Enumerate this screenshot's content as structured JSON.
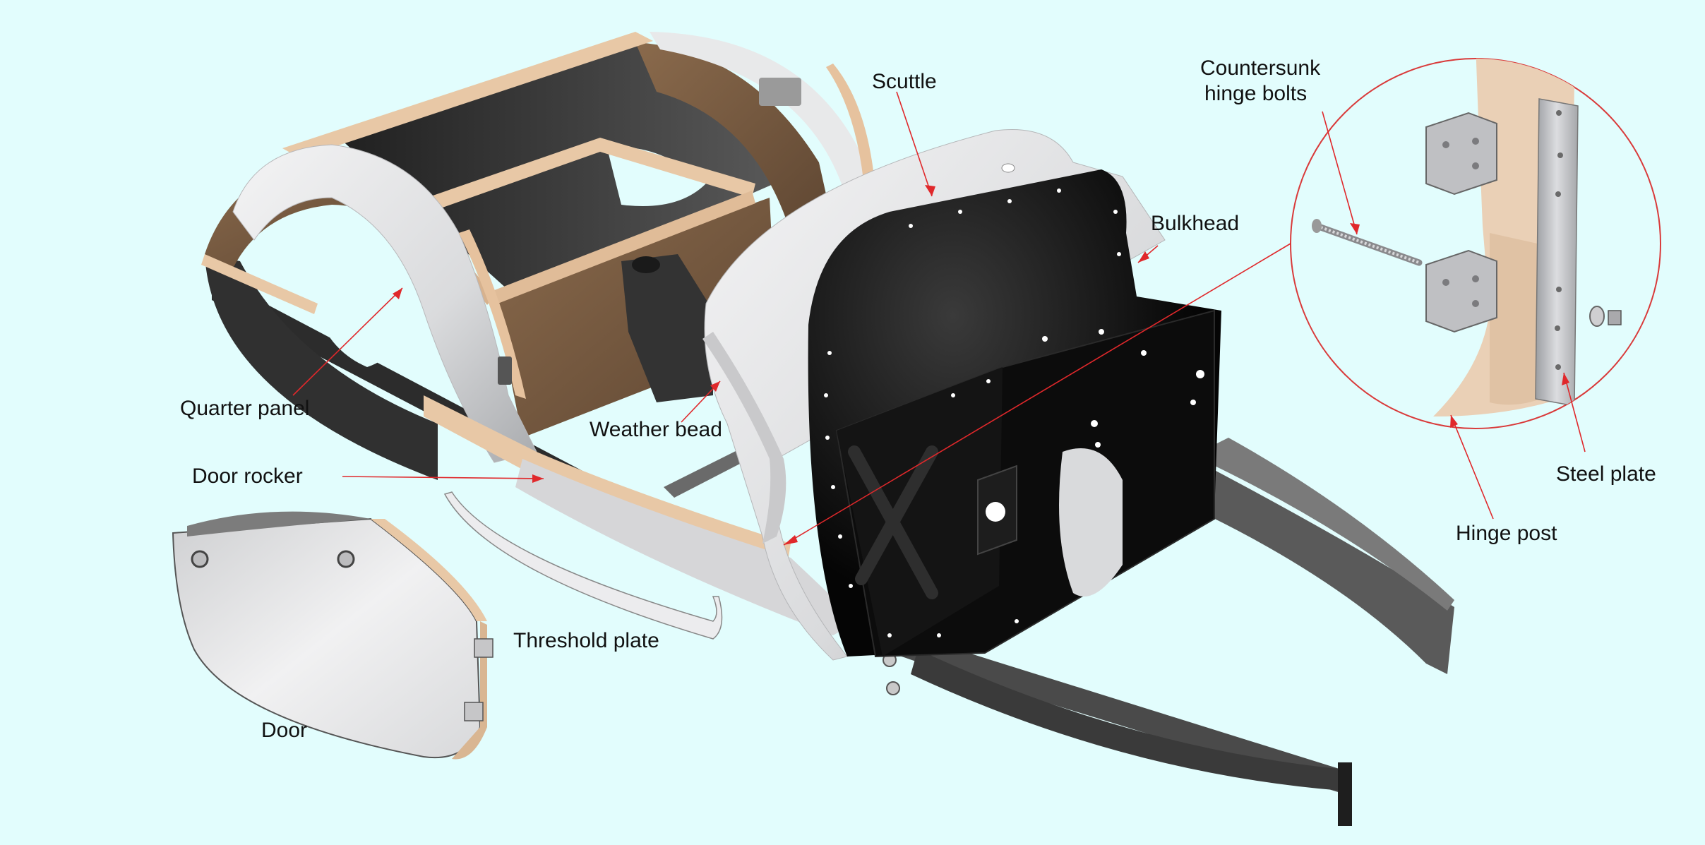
{
  "diagram": {
    "colors": {
      "background": "#e2fdfd",
      "leader": "#e0282b",
      "label": "#111111",
      "timber": "#e9c8a8",
      "aluminium": "#d9dadc",
      "black_panel": "#0b0b0b",
      "chassis": "#4a4a4a",
      "inset_circle": "#d93a3a"
    },
    "labels": {
      "scuttle": "Scuttle",
      "countersunk_line1": "Countersunk",
      "countersunk_line2": "hinge bolts",
      "bulkhead": "Bulkhead",
      "quarter_panel": "Quarter panel",
      "weather_bead": "Weather bead",
      "door_rocker": "Door rocker",
      "threshold_plate": "Threshold plate",
      "door": "Door",
      "steel_plate": "Steel plate",
      "hinge_post": "Hinge post"
    }
  }
}
